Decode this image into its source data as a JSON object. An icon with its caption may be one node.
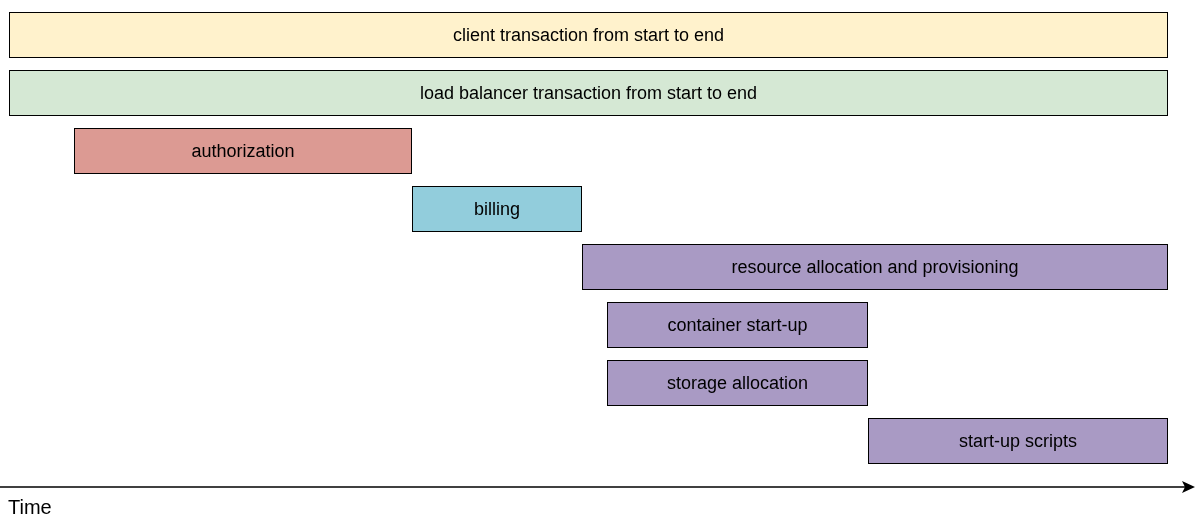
{
  "diagram": {
    "nodes": [
      {
        "text": [
          "client transaction from start to end"
        ]
      },
      {
        "text": [
          "load balancer transaction from start to end"
        ]
      },
      {
        "text": [
          "authorization"
        ]
      },
      {
        "text": [
          "billing"
        ]
      },
      {
        "text": [
          "resource allocation and provisioning"
        ]
      },
      {
        "text": [
          "container start-up"
        ]
      },
      {
        "text": [
          "storage allocation"
        ]
      },
      {
        "text": [
          "start-up scripts"
        ]
      }
    ],
    "labels": [
      "Time"
    ]
  }
}
